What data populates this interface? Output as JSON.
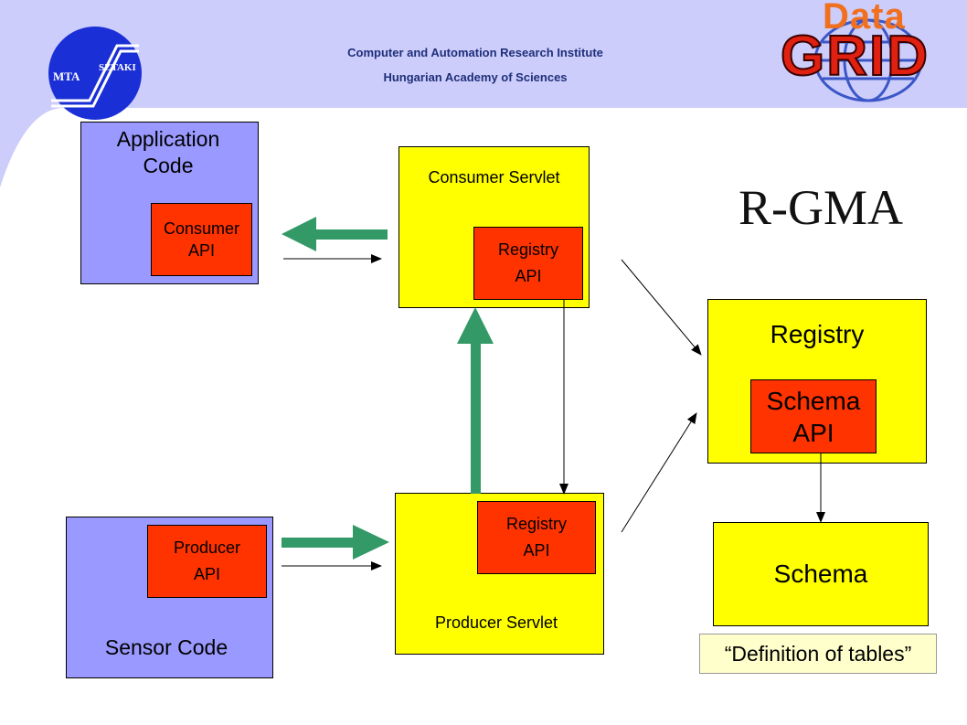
{
  "header": {
    "institute_line1": "Computer and Automation Research Institute",
    "institute_line2": "Hungarian Academy of Sciences",
    "logo_left_text1": "MTA",
    "logo_left_text2": "SZTAKI",
    "logo_right_text1": "Data",
    "logo_right_text2": "GRID"
  },
  "title": "R-GMA",
  "application": {
    "label_line1": "Application",
    "label_line2": "Code",
    "api_line1": "Consumer",
    "api_line2": "API"
  },
  "consumer_servlet": {
    "label": "Consumer Servlet",
    "api_line1": "Registry",
    "api_line2": "API"
  },
  "registry": {
    "label": "Registry",
    "api_line1": "Schema",
    "api_line2": "API"
  },
  "sensor": {
    "label": "Sensor Code",
    "api_line1": "Producer",
    "api_line2": "API"
  },
  "producer_servlet": {
    "label": "Producer Servlet",
    "api_line1": "Registry",
    "api_line2": "API"
  },
  "schema": {
    "label": "Schema",
    "note": "“Definition of tables”"
  },
  "colors": {
    "header_bg": "#cccdfa",
    "code_box": "#9999ff",
    "servlet_box": "#ffff00",
    "api_box": "#ff3300",
    "arrow_green": "#339966",
    "note_box": "#ffffcc"
  }
}
